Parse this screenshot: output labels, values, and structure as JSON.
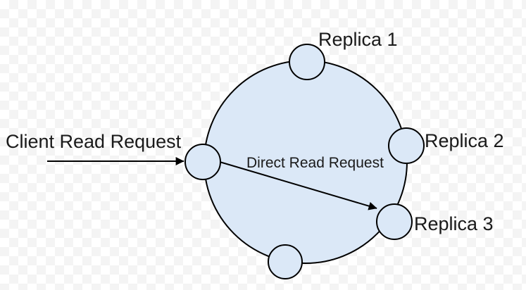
{
  "labels": {
    "client_arrow": "Client Read Request",
    "direct_arrow": "Direct Read Request",
    "replica1": "Replica 1",
    "replica2": "Replica 2",
    "replica3": "Replica 3"
  },
  "colors": {
    "shape_fill": "#dbe8f7",
    "shape_stroke": "#000000",
    "label_text": "#1a1a1a",
    "checker_light": "#ffffff",
    "checker_dark": "#f4f4f4"
  }
}
